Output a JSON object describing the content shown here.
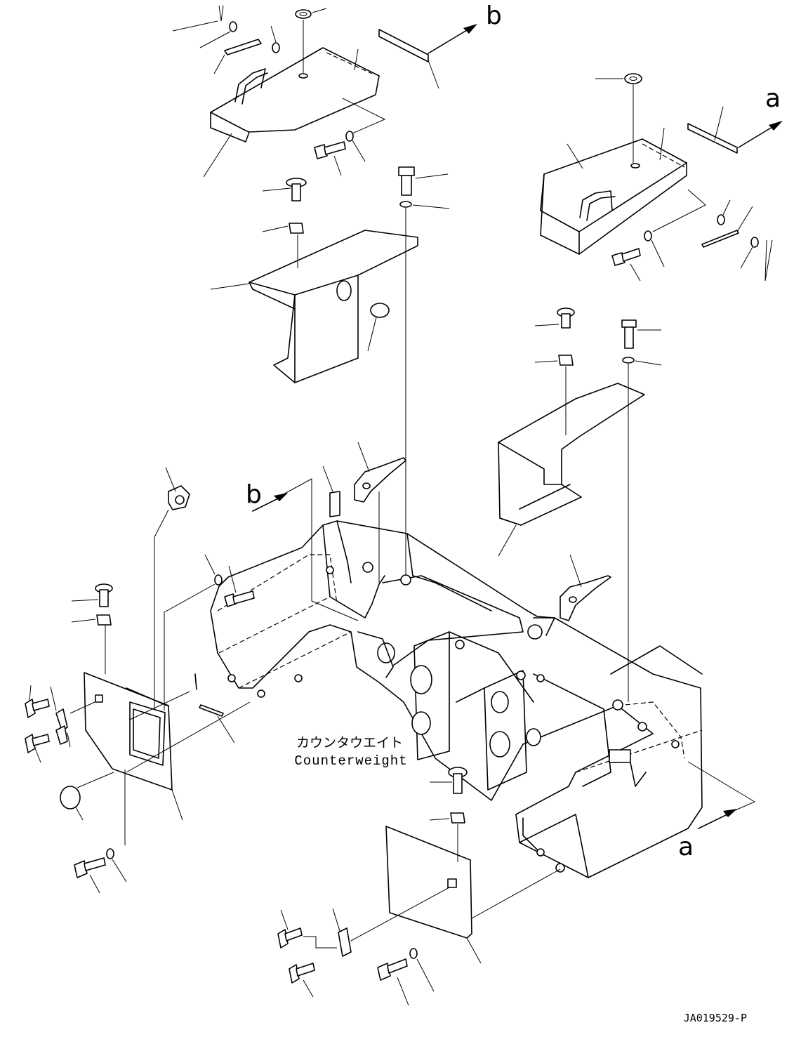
{
  "diagram": {
    "caption_jp": "カウンタウエイト",
    "caption_en": "Counterweight",
    "drawing_number": "JA019529-P",
    "view_markers": {
      "a_top": "a",
      "b_top": "b",
      "b_mid": "b",
      "a_bottom": "a"
    }
  }
}
